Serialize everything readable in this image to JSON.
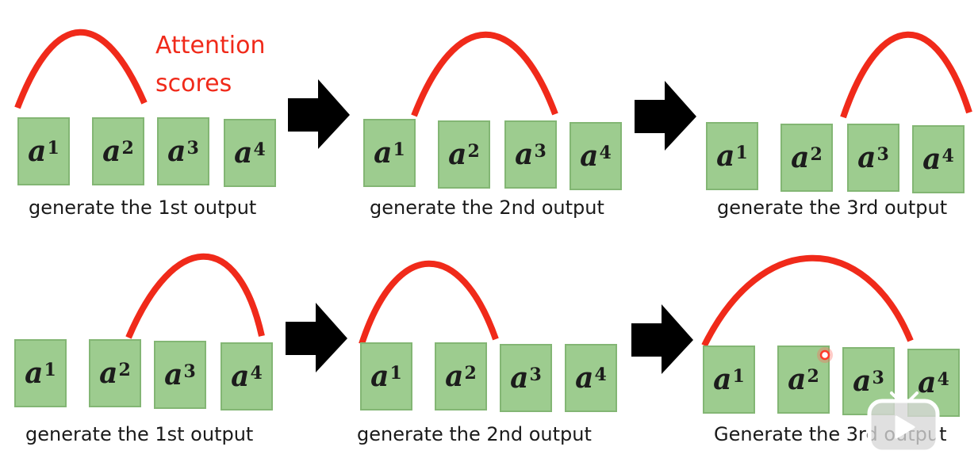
{
  "annotation": {
    "line1": "Attention",
    "line2": "scores"
  },
  "token": {
    "base": "a",
    "sup1": "1",
    "sup2": "2",
    "sup3": "3",
    "sup4": "4"
  },
  "panels": [
    {
      "caption": "generate the 1st output"
    },
    {
      "caption": "generate the 2nd output"
    },
    {
      "caption": "generate the 3rd output"
    },
    {
      "caption": "generate the 1st output"
    },
    {
      "caption": "generate the 2nd output"
    },
    {
      "caption": "Generate the 3rd output"
    }
  ],
  "colors": {
    "box": "#9dcc8f",
    "curve": "#f02a1a",
    "arrow": "#000000"
  },
  "icons": {
    "player": "play-button-icon",
    "pointer": "laser-pointer-dot"
  }
}
